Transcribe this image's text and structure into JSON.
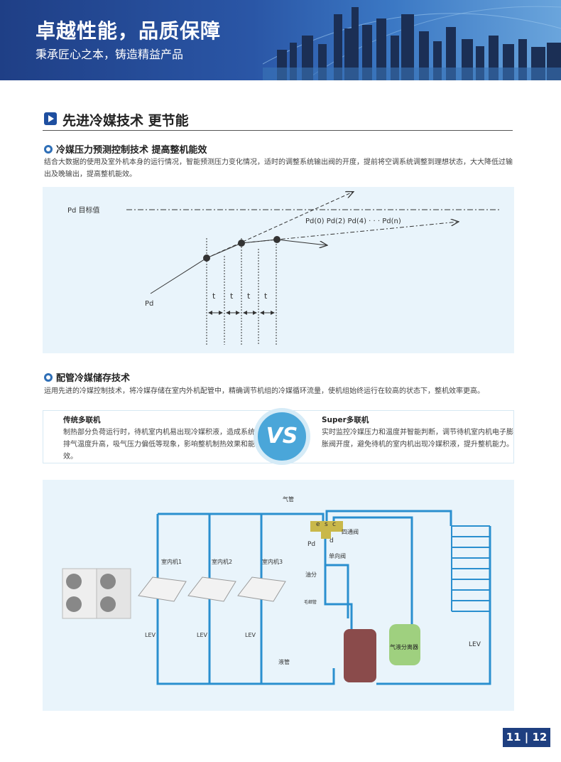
{
  "header": {
    "title": "卓越性能，品质保障",
    "subtitle": "秉承匠心之本，铸造精益产品"
  },
  "section": {
    "title": "先进冷媒技术  更节能"
  },
  "feature1": {
    "title": "冷媒压力预测控制技术  提高整机能效",
    "text": "结合大数据的使用及室外机本身的运行情况，智能预测压力变化情况，适时的调整系统输出阀的开度，提前将空调系统调整到理想状态，大大降低过输出及晚输出，提高整机能效。",
    "diagram": {
      "target_label": "Pd 目标值",
      "series_label": "Pd(0) Pd(2) Pd(4) · · · Pd(n)",
      "pd_label": "Pd",
      "t_labels": [
        "t",
        "t",
        "t",
        "t"
      ]
    }
  },
  "feature2": {
    "title": "配管冷媒储存技术",
    "text": "运用先进的冷媒控制技术，将冷媒存储在室内外机配管中，精确调节机组的冷媒循环流量，使机组始终运行在较高的状态下，整机效率更高。"
  },
  "compare": {
    "left_title": "传统多联机",
    "left_text": "制热部分负荷运行时，待机室内机易出现冷媒积液，造成系统排气温度升高，吸气压力偏低等现象，影响整机制热效果和能效。",
    "vs": "VS",
    "right_title": "Super多联机",
    "right_text": "实时监控冷媒压力和温度并智能判断，调节待机室内机电子膨胀阀开度，避免待机的室内机出现冷媒积液，提升整机能力。"
  },
  "system": {
    "gas_pipe": "气管",
    "liquid_pipe": "液管",
    "indoor_units": [
      "室内机1",
      "室内机2",
      "室内机3"
    ],
    "lev": "LEV",
    "four_way": "四通阀",
    "ports": [
      "e",
      "s",
      "c",
      "d"
    ],
    "pd": "Pd",
    "check_valve": "单向阀",
    "oil_sep": "油分",
    "capillary": "毛细管",
    "accumulator": "气液分离器",
    "outdoor_lev": "LEV"
  },
  "page": {
    "number": "11 | 12"
  },
  "colors": {
    "brand": "#1e3f80",
    "pipe": "#2a8fcf"
  }
}
